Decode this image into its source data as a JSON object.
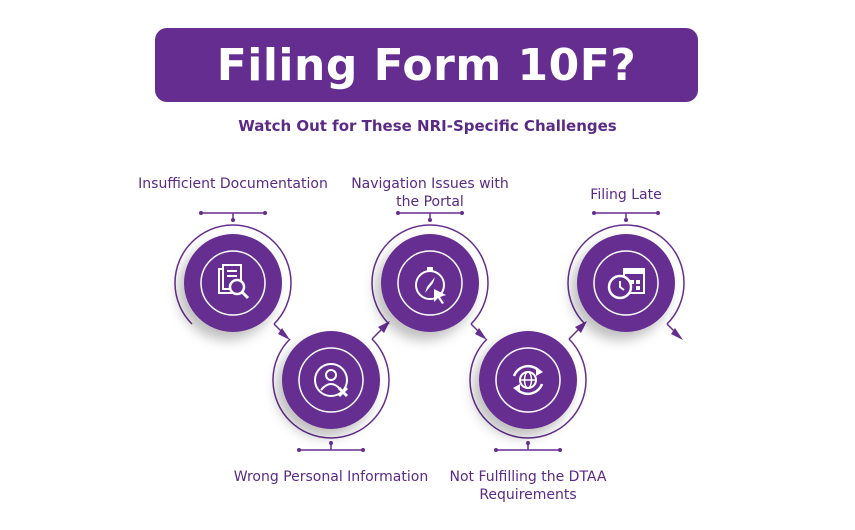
{
  "header": {
    "title": "Filing Form 10F?",
    "subtitle": "Watch Out for These NRI-Specific Challenges"
  },
  "colors": {
    "primary": "#662d91",
    "text": "#5a2a86"
  },
  "steps": [
    {
      "label": "Insufficient Documentation",
      "icon": "document-search-icon"
    },
    {
      "label": "Wrong Personal Information",
      "icon": "user-error-icon"
    },
    {
      "label": "Navigation Issues with the Portal",
      "icon": "compass-cursor-icon"
    },
    {
      "label": "Not Fulfilling the DTAA Requirements",
      "icon": "globe-sync-icon"
    },
    {
      "label": "Filing Late",
      "icon": "clock-calendar-icon"
    }
  ]
}
